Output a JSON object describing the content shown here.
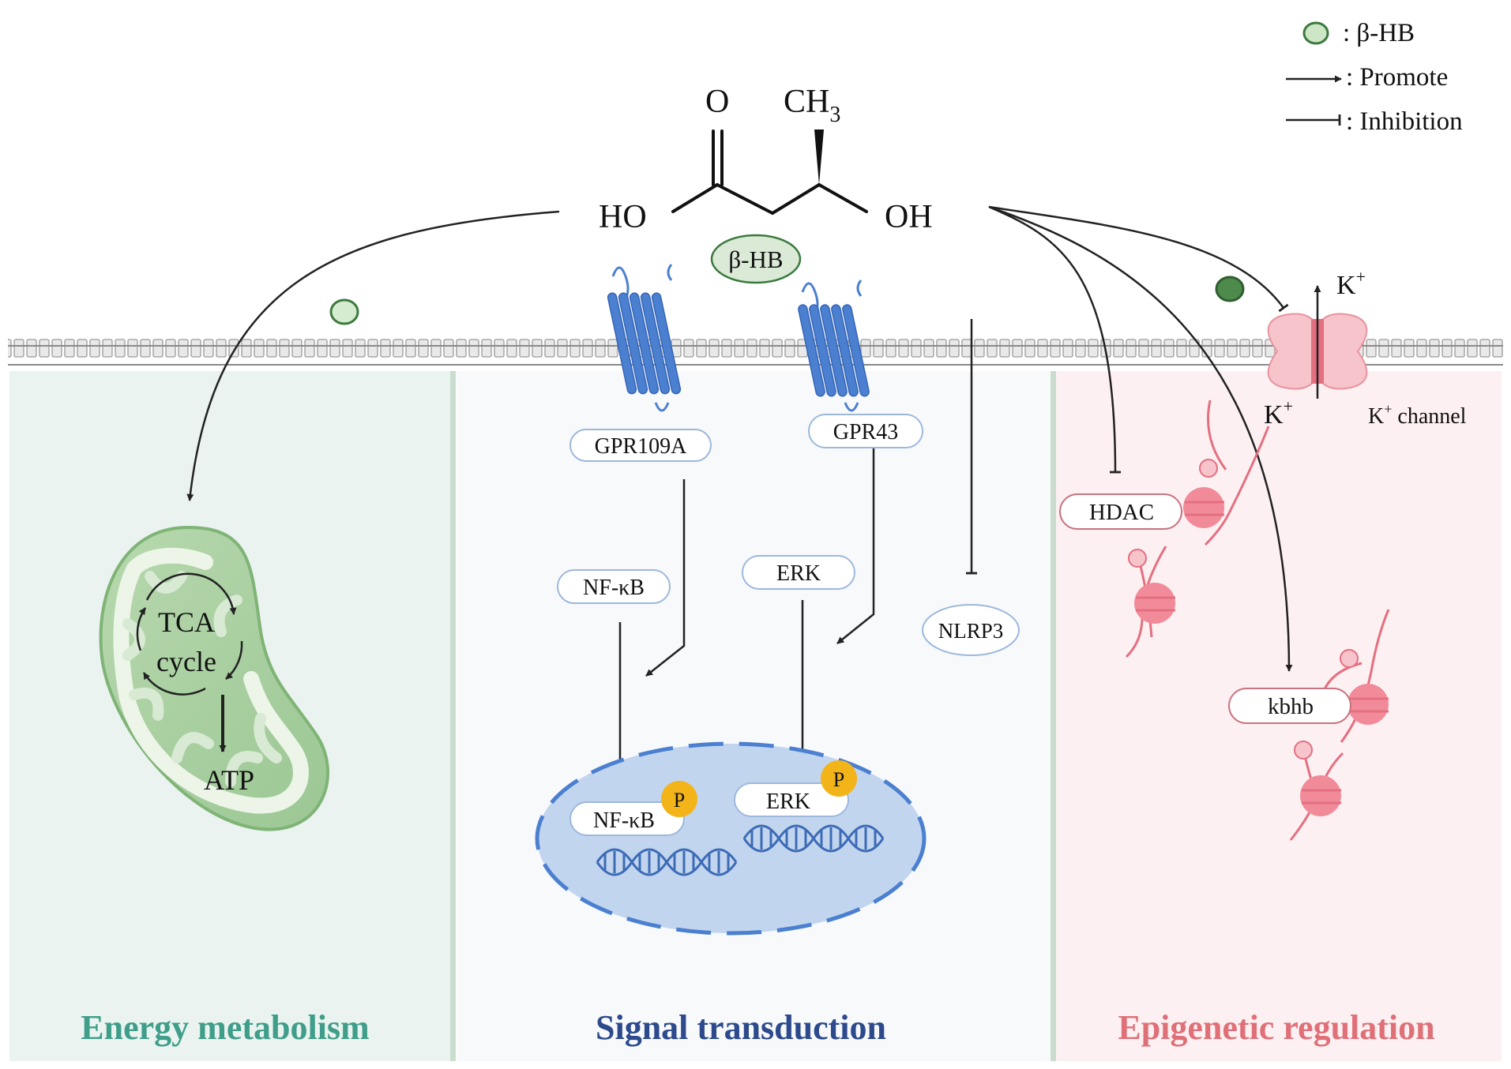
{
  "legend": {
    "bhb_label": ": β-HB",
    "promote_label": ": Promote",
    "inhibition_label": ": Inhibition"
  },
  "molecule": {
    "o_label": "O",
    "ch_label": "CH",
    "subscript_3": "3",
    "ho_label": "HO",
    "oh_label": "OH",
    "name_badge": "β-HB"
  },
  "receptors": {
    "gpr109a": "GPR109A",
    "gpr43": "GPR43"
  },
  "signals": {
    "nfkb": "NF-κB",
    "erk": "ERK",
    "nlrp3": "NLRP3",
    "nfkb_nucleus": "NF-κB",
    "erk_nucleus": "ERK",
    "phospho": "P"
  },
  "mitochondrion": {
    "tca_line1": "TCA",
    "tca_line2": "cycle",
    "atp": "ATP"
  },
  "epigenetics": {
    "hdac": "HDAC",
    "kbhb": "kbhb"
  },
  "channel": {
    "k_label": "K",
    "superscript_plus": "+",
    "channel_suffix": " channel"
  },
  "sections": {
    "energy": "Energy metabolism",
    "signal": "Signal transduction",
    "epigenetic": "Epigenetic regulation"
  },
  "colors": {
    "energy_bg": "#eaf3ef",
    "signal_bg": "#f7f9fb",
    "epigenetic_bg": "#fdf0f2",
    "divider": "#c9dccd",
    "energy_title": "#3f9e8a",
    "signal_title": "#2c4a8c",
    "epigenetic_title": "#e07078",
    "receptor_blue": "#4b7fd0",
    "nucleus_fill": "#c2d5ef",
    "nucleus_border": "#4b7fd0",
    "mito_fill": "#a9cfa0",
    "nucleosome_pink": "#f08c9a",
    "phospho_yellow": "#f3b41a",
    "bhb_green": "#8fc58a"
  }
}
